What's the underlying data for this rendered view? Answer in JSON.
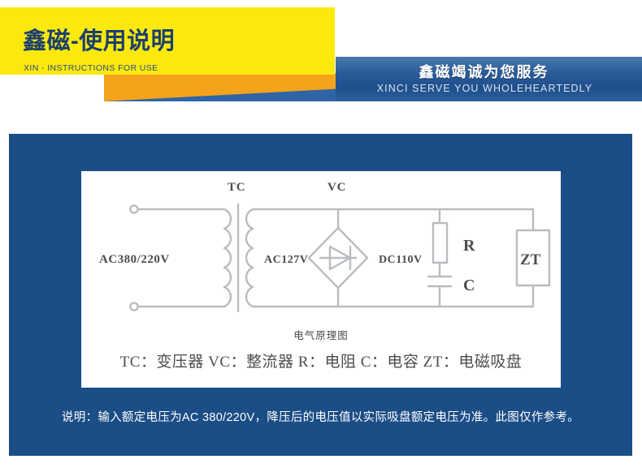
{
  "header": {
    "title_cn": "鑫磁-使用说明",
    "title_en": "XIN - INSTRUCTIONS FOR USE",
    "banner_cn": "鑫磁竭诚为您服务",
    "banner_en": "XINCI SERVE YOU WHOLEHEARTEDLY",
    "colors": {
      "yellow": "#fbe90d",
      "orange": "#f5a31a",
      "blue": "#2f65a7",
      "title_text": "#1c3f6e"
    }
  },
  "diagram": {
    "caption": "电气原理图",
    "legend": "TC：变压器  VC：整流器 R：电阻 C：电容 ZT：电磁吸盘",
    "labels": {
      "input": "AC380/220V",
      "transformer": "TC",
      "secondary": "AC127V",
      "rectifier": "VC",
      "dc_output": "DC110V",
      "resistor": "R",
      "capacitor": "C",
      "chuck": "ZT"
    }
  },
  "note": {
    "text": "说明：输入额定电压为AC 380/220V，降压后的电压值以实际吸盘额定电压为准。此图仅作参考。",
    "background": "#1b4d86"
  }
}
